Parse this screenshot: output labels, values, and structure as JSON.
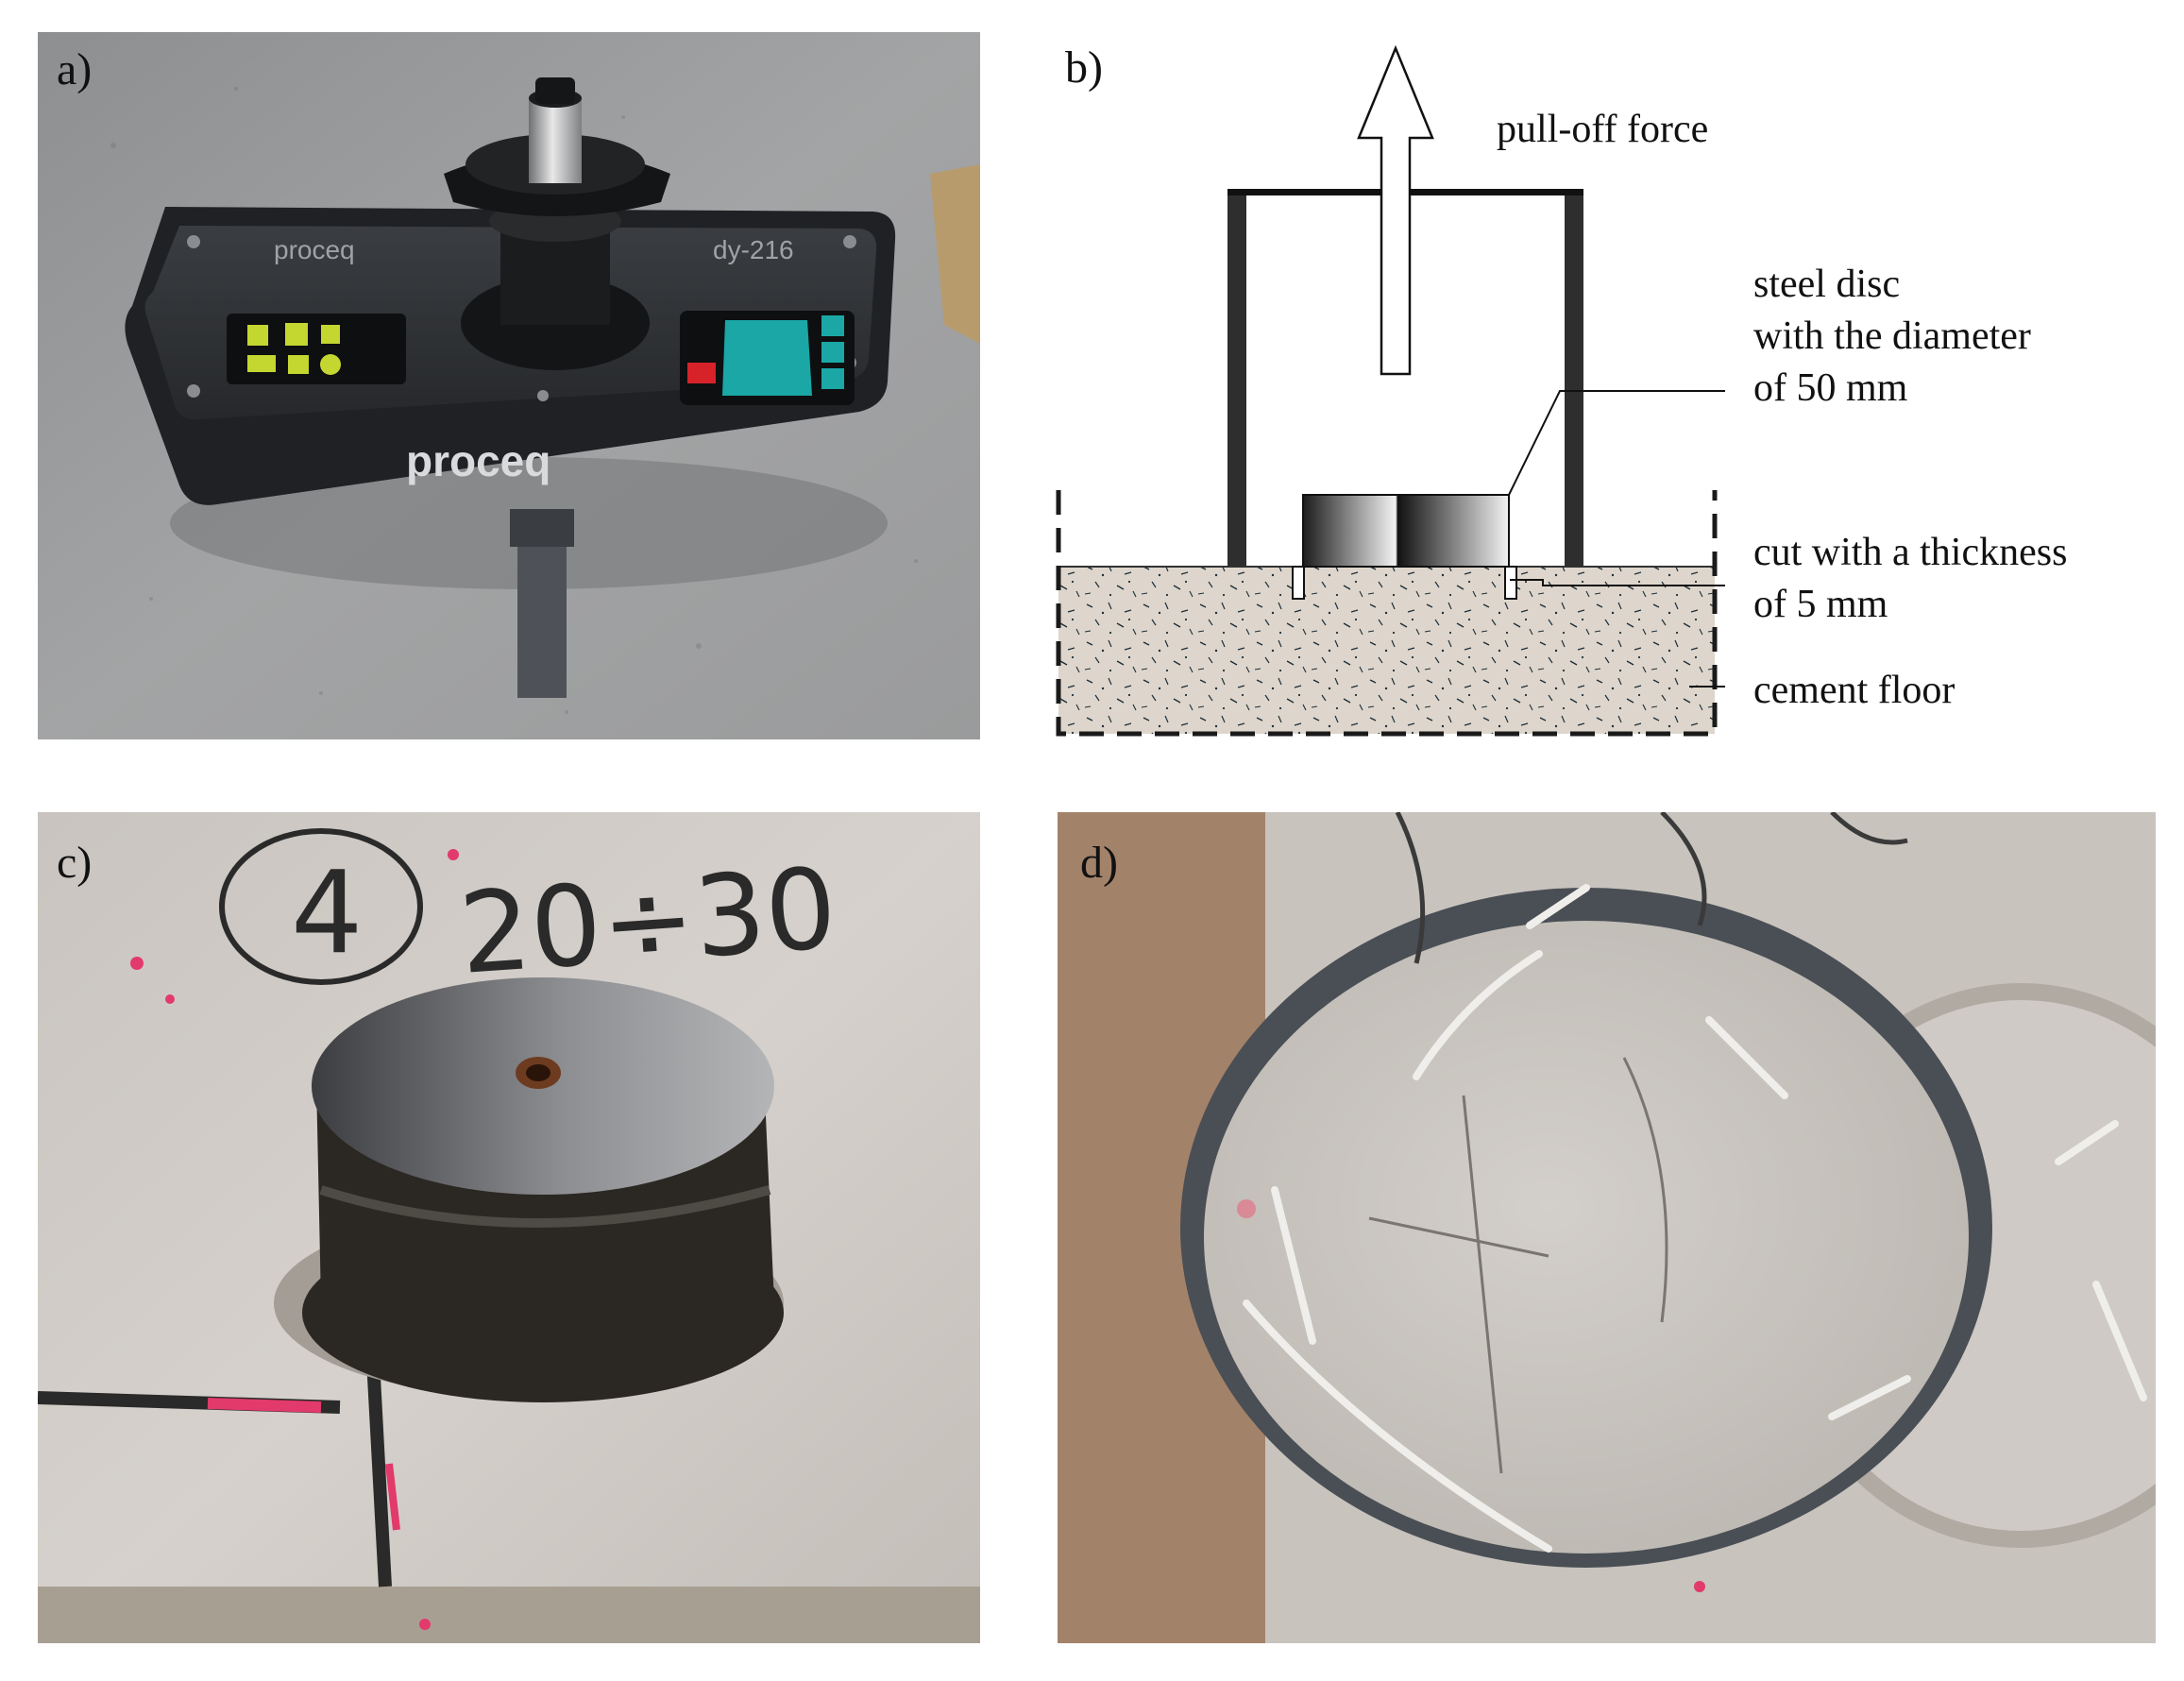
{
  "panels": {
    "a": {
      "label": "a)",
      "device": {
        "brand": "proceq",
        "model": "dy-216"
      }
    },
    "b": {
      "label": "b)",
      "annotations": {
        "force": "pull-off force",
        "disc_line1": "steel disc",
        "disc_line2": "with the diameter",
        "disc_line3": "of 50 mm",
        "cut_line1": "cut with a thickness",
        "cut_line2": "of 5 mm",
        "floor": "cement floor"
      }
    },
    "c": {
      "label": "c)",
      "marking": {
        "number": "4",
        "code": "20÷30"
      }
    },
    "d": {
      "label": "d)"
    }
  },
  "colors": {
    "device_body": "#1f2124",
    "screen_green": "#c4d630",
    "keypad_teal": "#1aa7a6",
    "stop_red": "#d8222a",
    "concrete": "#ded6cc",
    "marker_red": "#e23a6a"
  }
}
